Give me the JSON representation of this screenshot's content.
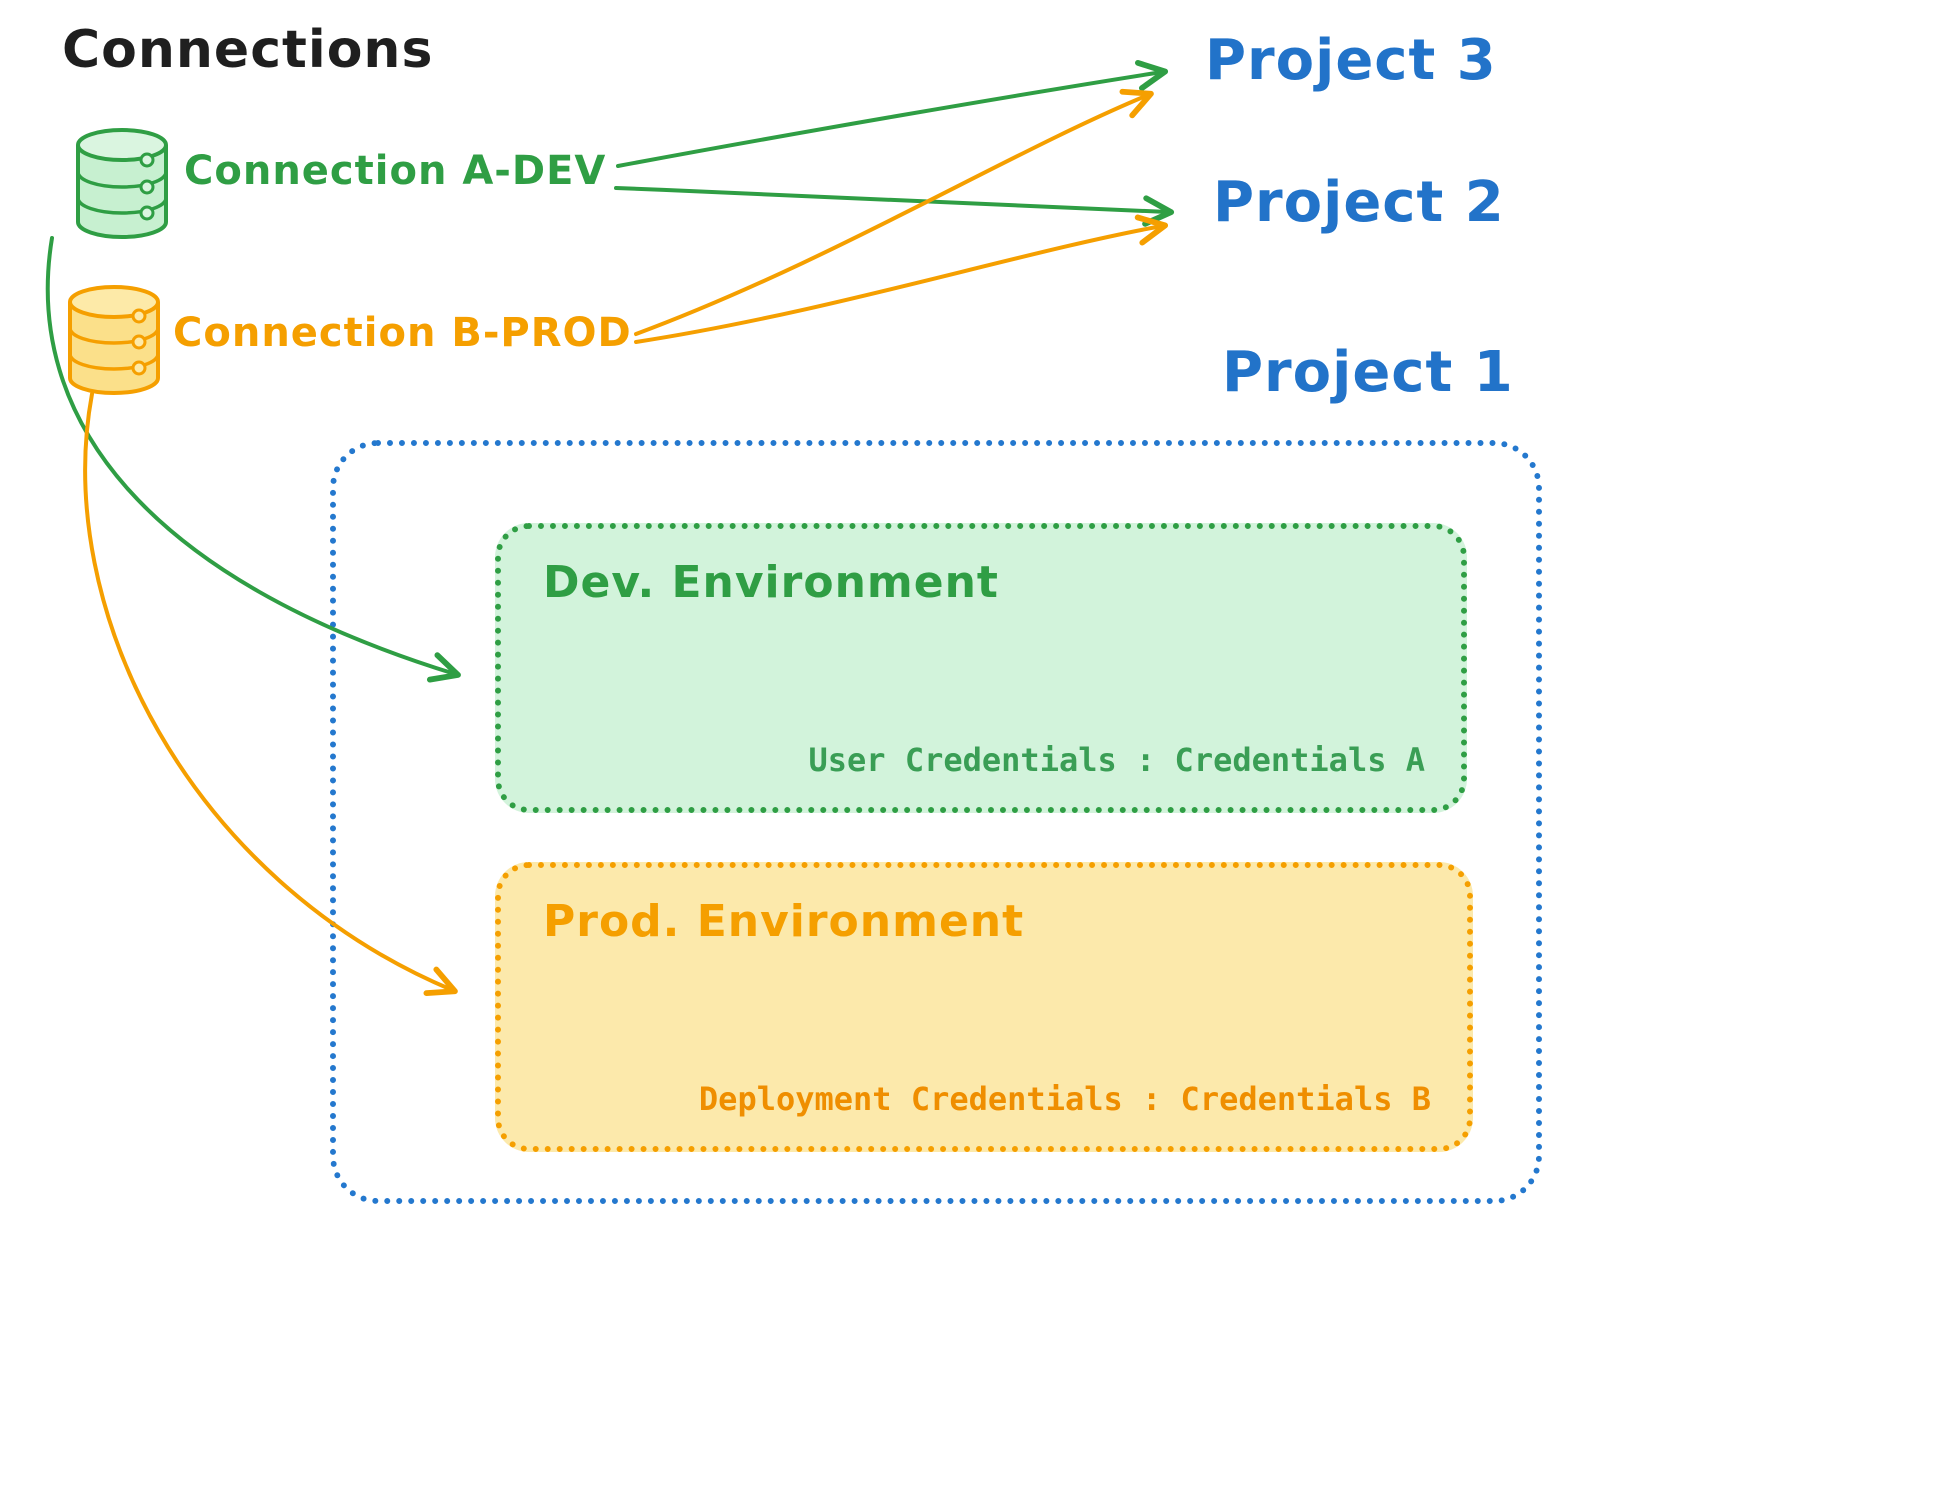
{
  "title": "Connections",
  "colors": {
    "heading": "#1f1f1f",
    "green": "#2f9e44",
    "green_fill": "#d2f3db",
    "orange": "#f59f00",
    "orange_fill": "#fce9ab",
    "blue": "#2273c9"
  },
  "connections": [
    {
      "label": "Connection A-DEV",
      "icon": "database-icon",
      "color": "#2f9e44"
    },
    {
      "label": "Connection B-PROD",
      "icon": "database-icon",
      "color": "#f59f00"
    }
  ],
  "projects": [
    {
      "label": "Project 3"
    },
    {
      "label": "Project 2"
    },
    {
      "label": "Project 1"
    }
  ],
  "project1_detail": {
    "environments": [
      {
        "title": "Dev. Environment",
        "credentials_label": "User Credentials : Credentials A",
        "color": "#2f9e44"
      },
      {
        "title": "Prod. Environment",
        "credentials_label": "Deployment Credentials : Credentials B",
        "color": "#f59f00"
      }
    ]
  },
  "arrows": [
    {
      "from": "Connection A-DEV",
      "to": "Project 3",
      "color": "#2f9e44"
    },
    {
      "from": "Connection A-DEV",
      "to": "Project 2",
      "color": "#2f9e44"
    },
    {
      "from": "Connection B-PROD",
      "to": "Project 3",
      "color": "#f59f00"
    },
    {
      "from": "Connection B-PROD",
      "to": "Project 2",
      "color": "#f59f00"
    },
    {
      "from": "Connection A-DEV",
      "to": "Dev. Environment",
      "color": "#2f9e44"
    },
    {
      "from": "Connection B-PROD",
      "to": "Prod. Environment",
      "color": "#f59f00"
    }
  ]
}
